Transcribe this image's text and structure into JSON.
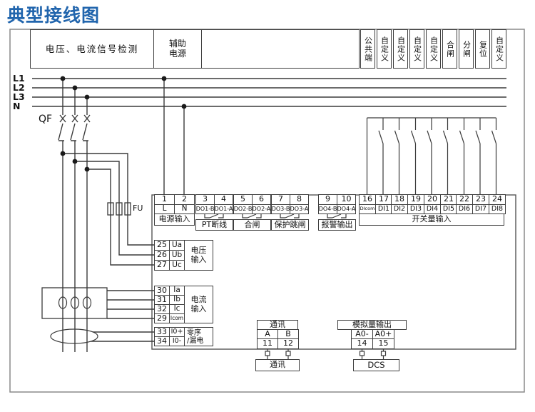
{
  "title": "典型接线图",
  "header": {
    "signal_box": "电压、电流信号检测",
    "aux_power": "辅助电源",
    "columns": [
      "公共端",
      "自定义",
      "自定义",
      "自定义",
      "自定义",
      "合闸",
      "分闸",
      "复位",
      "自定义"
    ]
  },
  "bus": {
    "lines": [
      "L1",
      "L2",
      "L3",
      "N"
    ],
    "breaker": "QF",
    "fuse": "FU"
  },
  "power_in": {
    "terminals": [
      {
        "num": "1",
        "label": "L"
      },
      {
        "num": "2",
        "label": "N"
      }
    ],
    "caption": "电源输入"
  },
  "do_groups": [
    {
      "terminals": [
        {
          "num": "3",
          "label": "DO1-B"
        },
        {
          "num": "4",
          "label": "DO1-A"
        }
      ],
      "caption": "PT断线"
    },
    {
      "terminals": [
        {
          "num": "5",
          "label": "DO2-B"
        },
        {
          "num": "6",
          "label": "DO2-A"
        }
      ],
      "caption": "合闸"
    },
    {
      "terminals": [
        {
          "num": "7",
          "label": "DO3-B"
        },
        {
          "num": "8",
          "label": "DO3-A"
        }
      ],
      "caption": "保护跳闸"
    },
    {
      "terminals": [
        {
          "num": "9",
          "label": "DO4-B"
        },
        {
          "num": "10",
          "label": "DO4-A"
        }
      ],
      "caption": "报警输出"
    }
  ],
  "di": {
    "terminals": [
      {
        "num": "16",
        "label": "DIcom"
      },
      {
        "num": "17",
        "label": "DI1"
      },
      {
        "num": "18",
        "label": "DI2"
      },
      {
        "num": "19",
        "label": "DI3"
      },
      {
        "num": "20",
        "label": "DI4"
      },
      {
        "num": "21",
        "label": "DI5"
      },
      {
        "num": "22",
        "label": "DI6"
      },
      {
        "num": "23",
        "label": "DI7"
      },
      {
        "num": "24",
        "label": "DI8"
      }
    ],
    "caption": "开关量输入"
  },
  "voltage_in": {
    "rows": [
      {
        "num": "25",
        "label": "Ua"
      },
      {
        "num": "26",
        "label": "Ub"
      },
      {
        "num": "27",
        "label": "Uc"
      }
    ],
    "caption": "电压输入"
  },
  "current_in": {
    "rows": [
      {
        "num": "30",
        "label": "Ia"
      },
      {
        "num": "31",
        "label": "Ib"
      },
      {
        "num": "32",
        "label": "Ic"
      },
      {
        "num": "29",
        "label": "Icom"
      }
    ],
    "caption": "电流输入"
  },
  "zero_seq": {
    "rows": [
      {
        "num": "33",
        "label": "I0+"
      },
      {
        "num": "34",
        "label": "I0-"
      }
    ],
    "caption_line1": "零序",
    "caption_line2": "/漏电"
  },
  "comm": {
    "title": "通讯",
    "cols": [
      {
        "label": "A",
        "num": "11"
      },
      {
        "label": "B",
        "num": "12"
      }
    ],
    "external": "通讯"
  },
  "analog": {
    "title": "模拟量输出",
    "cols": [
      {
        "label": "A0-",
        "num": "14"
      },
      {
        "label": "A0+",
        "num": "15"
      }
    ],
    "external": "DCS"
  }
}
